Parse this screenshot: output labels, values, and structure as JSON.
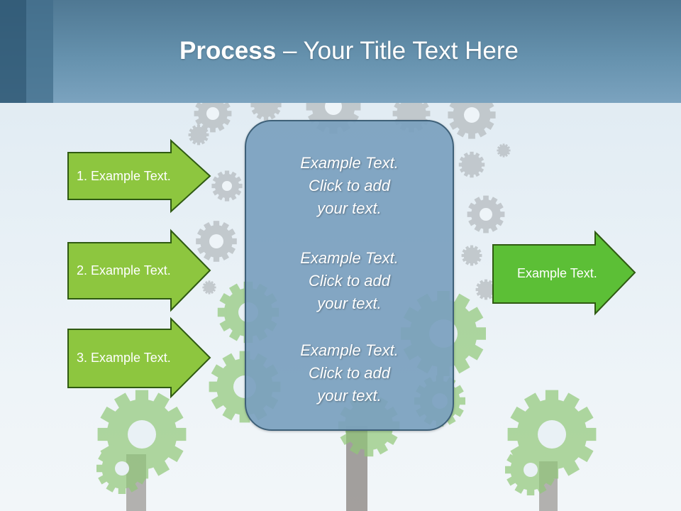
{
  "title": {
    "bold": "Process",
    "dash": " – ",
    "rest": "Your Title Text Here"
  },
  "left_arrows": [
    {
      "label": "1. Example Text."
    },
    {
      "label": "2. Example Text."
    },
    {
      "label": "3. Example Text."
    }
  ],
  "center_blocks": [
    {
      "line1": "Example Text.",
      "line2": "Click  to add",
      "line3": "your text."
    },
    {
      "line1": "Example Text.",
      "line2": "Click  to add",
      "line3": "your text."
    },
    {
      "line1": "Example Text.",
      "line2": "Click  to add",
      "line3": "your text."
    }
  ],
  "right_arrow": {
    "label": "Example Text."
  },
  "colors": {
    "header": "#6591ad",
    "left_arrow_fill": "#8dc63f",
    "right_arrow_fill": "#5cbf36",
    "arrow_border": "#2f5a12",
    "center_box_fill": "#7aa0be",
    "center_box_border": "#3e6078"
  },
  "background_icons": [
    "gear-icon",
    "gear-tree-icon"
  ]
}
